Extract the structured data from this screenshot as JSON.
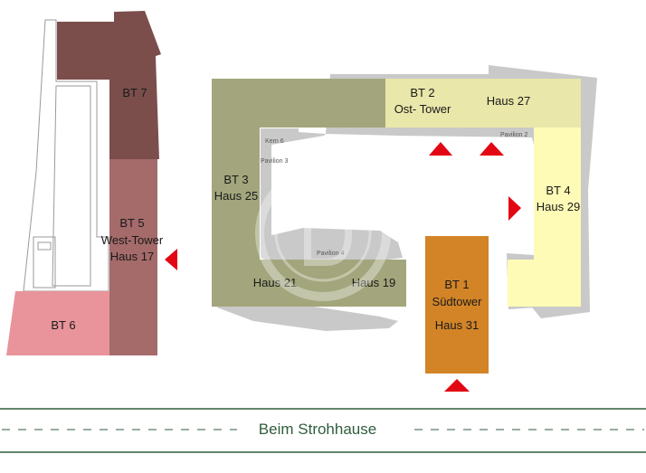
{
  "colors": {
    "bt7": "#7b4e4c",
    "bt5": "#a56a6a",
    "bt6": "#e8949a",
    "bt3": "#a3a67c",
    "bt2": "#e9e7a9",
    "bt4": "#fdfbb6",
    "bt1": "#d28427",
    "shadow": "#c9c9c9",
    "arrow": "#e30613",
    "street_line": "#2f5d3c"
  },
  "buildings": {
    "bt7": {
      "line1": "BT 7"
    },
    "bt5": {
      "line1": "BT 5",
      "line2": "West-Tower",
      "line3": "Haus 17"
    },
    "bt6": {
      "line1": "BT 6"
    },
    "bt3": {
      "line1": "BT 3",
      "line2": "Haus 25",
      "haus21": "Haus 21",
      "haus19": "Haus 19"
    },
    "bt2": {
      "line1": "BT 2",
      "line2": "Ost- Tower",
      "haus": "Haus 27"
    },
    "bt4": {
      "line1": "BT 4",
      "line2": "Haus 29"
    },
    "bt1": {
      "line1": "BT 1",
      "line2": "Südtower",
      "line3": "Haus 31"
    }
  },
  "annotations": {
    "kern": "Kern 6",
    "pavilion3": "Pavilion 3",
    "pavilion2": "Pavilion 2",
    "pavilion4": "Pavilion 4"
  },
  "street": {
    "name": "Beim Strohhause"
  }
}
